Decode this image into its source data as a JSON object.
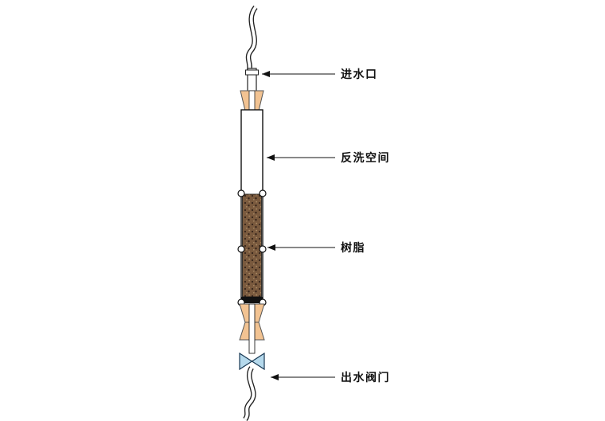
{
  "figure": {
    "labels": {
      "inlet": "进水口",
      "backwash_space": "反洗空间",
      "resin": "树脂",
      "outlet_valve": "出水阀门"
    },
    "colors": {
      "cork": "#f2c392",
      "resin_base": "#7a5a3e",
      "resin_dot": "#35241a",
      "resin_light": "#a98b66",
      "valve": "#b5d9ec",
      "outline": "#111111"
    }
  }
}
